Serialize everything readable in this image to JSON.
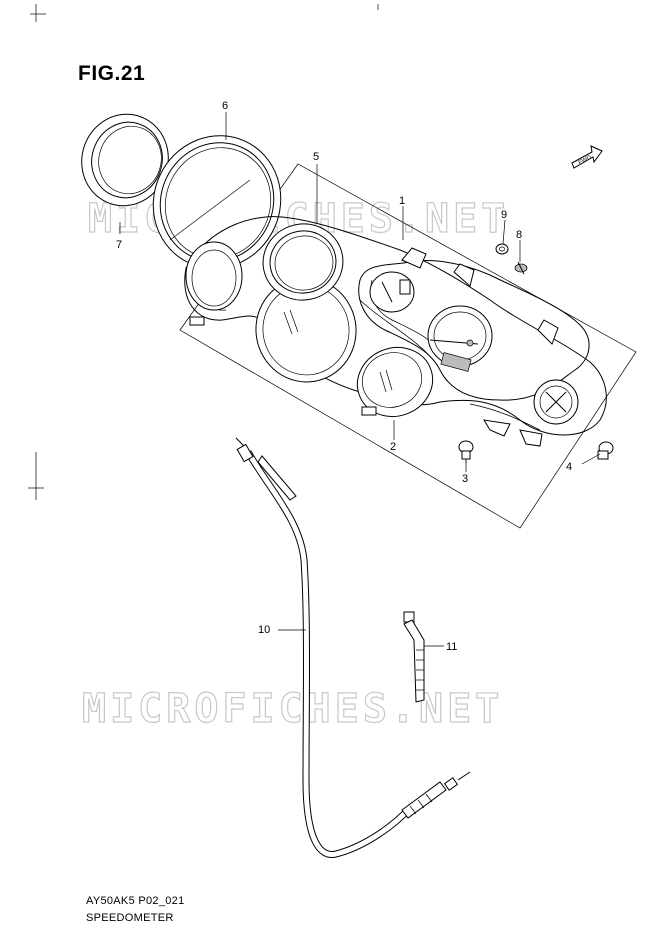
{
  "figure": {
    "title": "FIG.21",
    "code": "AY50AK5 P02_021",
    "name": "SPEEDOMETER",
    "watermark": "MICROFICHES.NET",
    "fwd_label": "FWD"
  },
  "callouts": [
    {
      "id": "1",
      "label": "1"
    },
    {
      "id": "2",
      "label": "2"
    },
    {
      "id": "3",
      "label": "3"
    },
    {
      "id": "4",
      "label": "4"
    },
    {
      "id": "5",
      "label": "5"
    },
    {
      "id": "6",
      "label": "6"
    },
    {
      "id": "7",
      "label": "7"
    },
    {
      "id": "8",
      "label": "8"
    },
    {
      "id": "9",
      "label": "9"
    },
    {
      "id": "10",
      "label": "10"
    },
    {
      "id": "11",
      "label": "11"
    }
  ]
}
